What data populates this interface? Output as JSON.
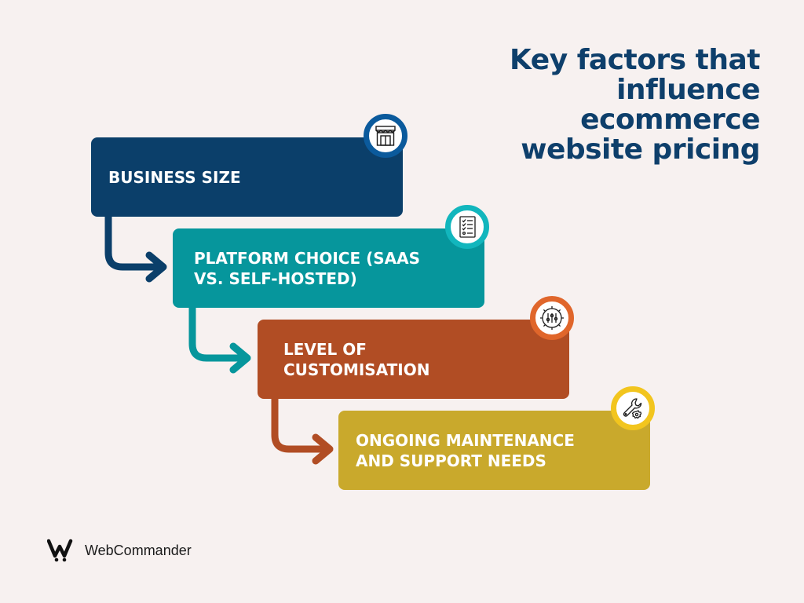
{
  "title": {
    "lines": [
      "Key factors that",
      "influence",
      "ecommerce",
      "website pricing"
    ]
  },
  "steps": [
    {
      "lines": [
        "BUSINESS SIZE"
      ],
      "color": "#0b3f6a",
      "ring_color": "#0b5a9c",
      "icon": "storefront-icon"
    },
    {
      "lines": [
        "PLATFORM CHOICE (SAAS",
        "VS. SELF-HOSTED)"
      ],
      "color": "#06969c",
      "ring_color": "#12b6bd",
      "icon": "checklist-icon"
    },
    {
      "lines": [
        "LEVEL OF",
        "CUSTOMISATION"
      ],
      "color": "#b14d24",
      "ring_color": "#e0662b",
      "icon": "settings-sliders-icon"
    },
    {
      "lines": [
        "ONGOING MAINTENANCE",
        "AND SUPPORT NEEDS"
      ],
      "color": "#c9a92c",
      "ring_color": "#f2c51e",
      "icon": "wrench-gear-icon"
    }
  ],
  "brand": {
    "name": "WebCommander",
    "icon": "webcommander-logo-icon"
  }
}
